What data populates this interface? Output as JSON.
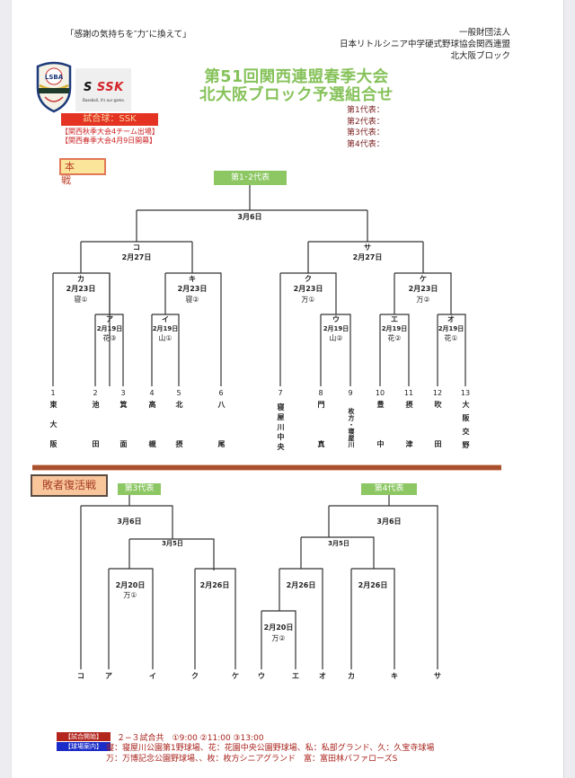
{
  "header": {
    "motto": "「感謝の気持ちを″力″に換えて」",
    "org_lines": [
      "一般財団法人",
      "日本リトルシニア中学硬式野球協会関西連盟",
      "北大阪ブロック"
    ],
    "logo_lsba_text": "LSBA",
    "logo_ssk_text": "SSK",
    "logo_ssk_tagline": "Baseball, it's our game."
  },
  "title": {
    "line1": "第51回関西連盟春季大会",
    "line2": "北大阪ブロック予選組合せ"
  },
  "representatives": [
    "第1代表：",
    "第2代表：",
    "第3代表：",
    "第4代表："
  ],
  "notes": {
    "ball": "試合球：SSK",
    "line1": "【関西秋季大会4チーム出場】",
    "line2": "【関西春季大会4月9日開幕】"
  },
  "main_bracket": {
    "section_label": "本 戦",
    "final_label": "第1･2代表",
    "final_date": "3月6日",
    "matches": [
      {
        "code": "コ",
        "date": "2月27日",
        "venue": ""
      },
      {
        "code": "サ",
        "date": "2月27日",
        "venue": ""
      },
      {
        "code": "カ",
        "date": "2月23日",
        "venue": "寝①"
      },
      {
        "code": "キ",
        "date": "2月23日",
        "venue": "寝②"
      },
      {
        "code": "ク",
        "date": "2月23日",
        "venue": "万①"
      },
      {
        "code": "ケ",
        "date": "2月23日",
        "venue": "万②"
      },
      {
        "code": "ア",
        "date": "2月19日",
        "venue": "花③"
      },
      {
        "code": "イ",
        "date": "2月19日",
        "venue": "山①"
      },
      {
        "code": "ウ",
        "date": "2月19日",
        "venue": "山②"
      },
      {
        "code": "エ",
        "date": "2月19日",
        "venue": "花②"
      },
      {
        "code": "オ",
        "date": "2月19日",
        "venue": "花①"
      }
    ],
    "teams": [
      {
        "no": "1",
        "name": "東大阪"
      },
      {
        "no": "2",
        "name": "池田"
      },
      {
        "no": "3",
        "name": "箕面"
      },
      {
        "no": "4",
        "name": "高槻"
      },
      {
        "no": "5",
        "name": "北摂"
      },
      {
        "no": "6",
        "name": "八尾"
      },
      {
        "no": "7",
        "name": "寝屋川中央"
      },
      {
        "no": "8",
        "name": "門真"
      },
      {
        "no": "9",
        "name": "枚方・寝屋川"
      },
      {
        "no": "10",
        "name": "豊中"
      },
      {
        "no": "11",
        "name": "摂津"
      },
      {
        "no": "12",
        "name": "吹田"
      },
      {
        "no": "13",
        "name": "大阪交野"
      }
    ]
  },
  "consolation_bracket": {
    "section_label": "敗者復活戦",
    "left": {
      "label": "第3代表",
      "final_date": "3月6日",
      "semi_date": "3月5日",
      "match_a": {
        "date": "2月20日",
        "venue": "万①"
      },
      "match_b": {
        "date": "2月26日",
        "venue": ""
      }
    },
    "right": {
      "label": "第4代表",
      "final_date": "3月6日",
      "semi_date": "3月5日",
      "match_a": {
        "date": "2月26日",
        "venue": ""
      },
      "match_b": {
        "date": "2月26日",
        "venue": ""
      },
      "match_c": {
        "date": "2月20日",
        "venue": "万②"
      }
    },
    "slots": [
      "コ",
      "ア",
      "イ",
      "ク",
      "ケ",
      "ウ",
      "エ",
      "オ",
      "カ",
      "キ",
      "サ"
    ]
  },
  "footer": {
    "start_tag": "【試合開始】",
    "start_text": "２−３試合共　①9:00 ②11:00 ③13:00",
    "venue_tag": "【球場案内】",
    "venue_line1": "寝：寝屋川公園第1野球場、花：花園中央公園野球場、私：私部グランド、久：久宝寺球場",
    "venue_line2": "万：万博記念公園野球場、、枚：枚方シニアグランド　富：富田林バファローズS"
  },
  "colors": {
    "title_green": "#86c25a",
    "label_green": "#8cc763",
    "red": "#e43322",
    "dark_red": "#a8231c",
    "blue_tag": "#1a2bc8",
    "divider": "#a9512f"
  }
}
